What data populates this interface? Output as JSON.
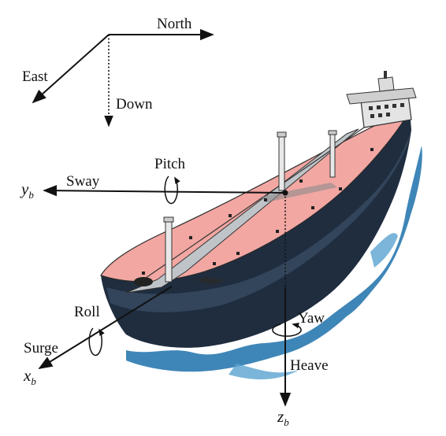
{
  "ned_frame": {
    "north": "North",
    "east": "East",
    "down": "Down"
  },
  "body_frame": {
    "x_axis": {
      "main": "x",
      "sub": "b"
    },
    "y_axis": {
      "main": "y",
      "sub": "b"
    },
    "z_axis": {
      "main": "z",
      "sub": "b"
    }
  },
  "motions": {
    "surge": "Surge",
    "sway": "Sway",
    "heave": "Heave",
    "roll": "Roll",
    "pitch": "Pitch",
    "yaw": "Yaw"
  },
  "colors": {
    "hull_dark": "#1f2d3f",
    "deck_pink": "#f2a7a2",
    "water": "#3f86b8",
    "superstructure": "#e4e4e4"
  }
}
